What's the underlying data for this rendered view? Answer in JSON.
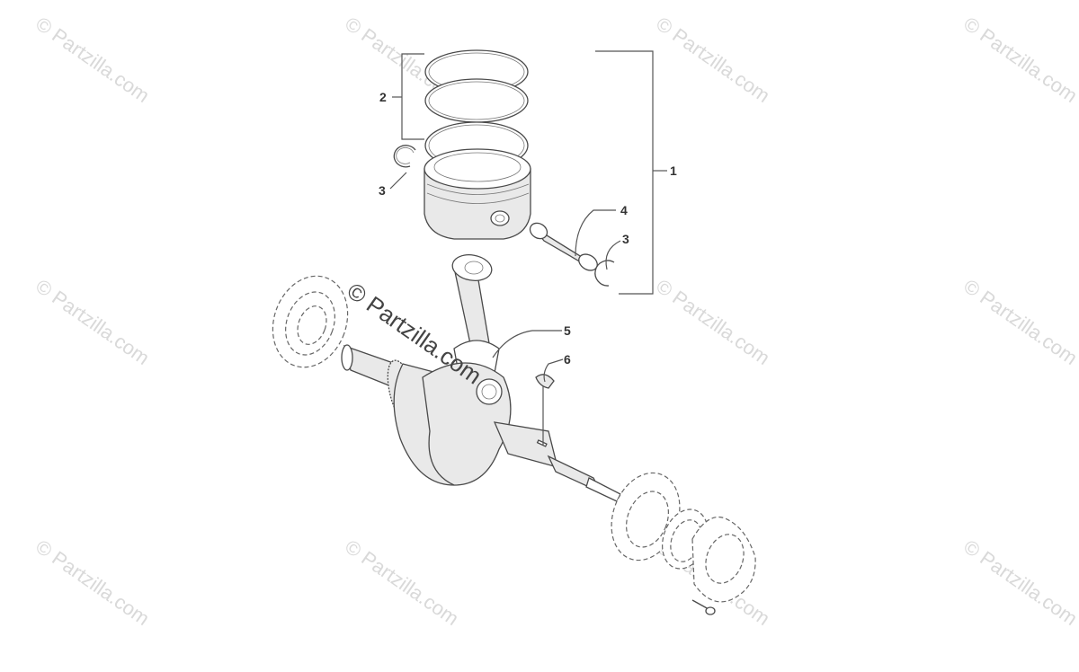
{
  "watermark": {
    "text": "© Partzilla.com",
    "center_text": "© Partzilla.com"
  },
  "callouts": {
    "c1": "1",
    "c2": "2",
    "c3a": "3",
    "c3b": "3",
    "c4": "4",
    "c5": "5",
    "c6": "6"
  }
}
